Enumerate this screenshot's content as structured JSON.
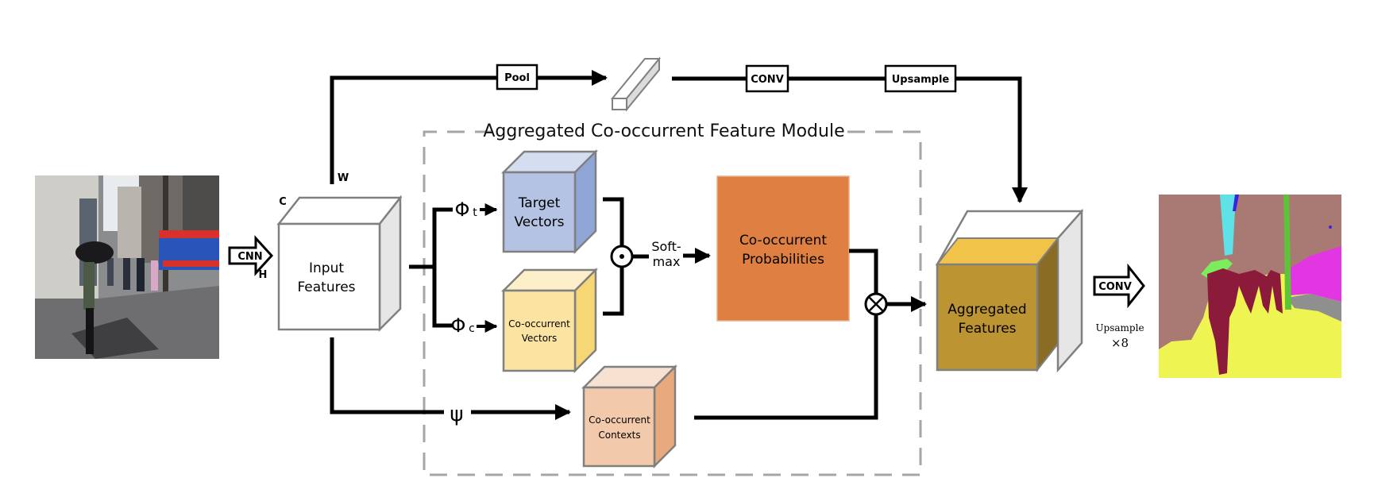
{
  "diagram": {
    "module_title": "Aggregated Co-occurrent Feature Module",
    "input_image": {
      "alt": "Street scene photo: woman with umbrella on rainy sidewalk, pedestrians, red-white-blue bus, city buildings"
    },
    "cnn_arrow": {
      "label": "CNN"
    },
    "dims": {
      "c": "C",
      "h": "H",
      "w": "W"
    },
    "input_features": {
      "line1": "Input",
      "line2": "Features"
    },
    "top_path": {
      "pool": "Pool",
      "conv": "CONV",
      "upsample": "Upsample"
    },
    "phi_t": {
      "symbol": "Φ",
      "sub": "t"
    },
    "phi_c": {
      "symbol": "Φ",
      "sub": "c"
    },
    "psi": {
      "symbol": "ψ"
    },
    "target_vectors": {
      "line1": "Target",
      "line2": "Vectors",
      "color": "#b4c3e3",
      "side": "#8fa6d6",
      "top": "#d5def0"
    },
    "cooccurrent_vectors": {
      "line1": "Co-occurrent",
      "line2": "Vectors",
      "color": "#fbe4a2",
      "side": "#f7d674",
      "top": "#fdefc9"
    },
    "cooccurrent_contexts": {
      "line1": "Co-occurrent",
      "line2": "Contexts",
      "color": "#f2c9ab",
      "side": "#e8aa7c",
      "top": "#f7e2d2"
    },
    "softmax": {
      "line1": "Soft-",
      "line2": "max"
    },
    "dot_op": "⊙",
    "cross_op": "⊗",
    "cooccurrent_probabilities": {
      "line1": "Co-occurrent",
      "line2": "Probabilities",
      "color": "#df7f42"
    },
    "aggregated_features": {
      "line1": "Aggregated",
      "line2": "Features",
      "color": "#bc9432",
      "top": "#f2c349",
      "side": "#8a6c24"
    },
    "output_arrow": {
      "label": "CONV",
      "note1": "Upsample",
      "note2": "×8"
    },
    "segmentation_output": {
      "alt": "Semantic segmentation map",
      "colors": {
        "building": "#a97a73",
        "sidewalk": "#eef553",
        "person": "#8c1a3a",
        "sky": "#5fe1e8",
        "tree": "#5ec338",
        "bus": "#e236e3",
        "road": "#8f8f8f",
        "umbrella": "#7bec5c",
        "sign": "#3b22e0"
      }
    }
  }
}
